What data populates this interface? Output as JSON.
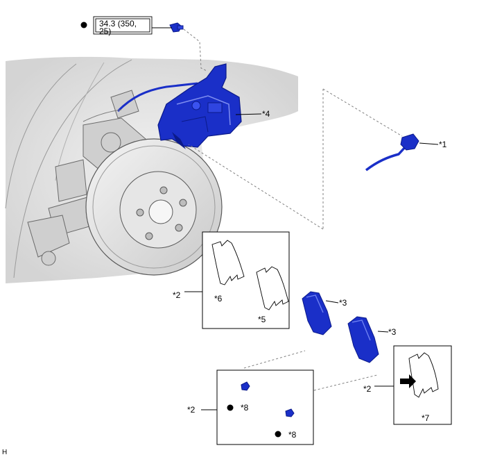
{
  "torque": {
    "line1": "34.3 (350,",
    "line2": "25)"
  },
  "labels": {
    "wire_harness_1": "*1",
    "shim_group_2_top": "*2",
    "shim_group_2_right": "*2",
    "shim_group_2_bottom": "*2",
    "pad_3_upper": "*3",
    "pad_3_lower": "*3",
    "caliper_4": "*4",
    "shim_5": "*5",
    "shim_6": "*6",
    "shim_7": "*7",
    "clip_8_upper": "*8",
    "clip_8_lower": "*8"
  },
  "footer": {
    "code": "H"
  },
  "colors": {
    "part_blue": "#1a2fc8",
    "part_blue_dark": "#0b1a8a",
    "line_gray": "#888888",
    "body_gray": "#d9d9d9"
  },
  "icons": {
    "arrow": "direction-arrow-icon",
    "bullet": "bullet-dot-icon"
  }
}
